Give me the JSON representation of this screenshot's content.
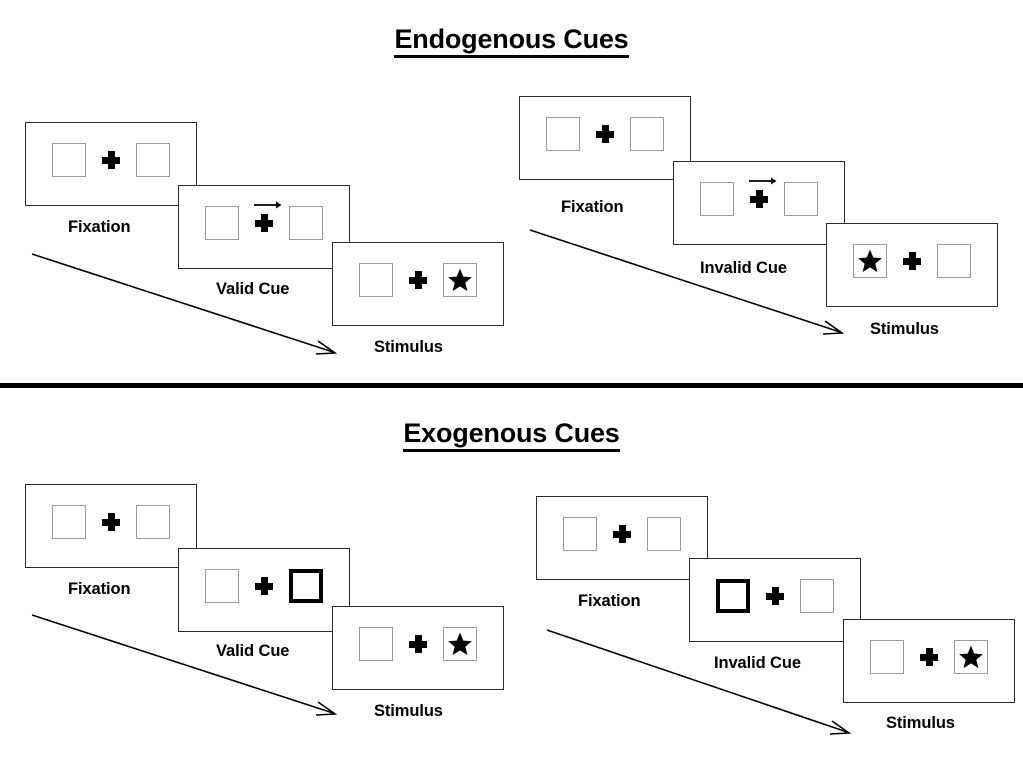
{
  "figure": {
    "title_endogenous": "Endogenous Cues",
    "title_exogenous": "Exogenous Cues",
    "stage_labels": {
      "fixation": "Fixation",
      "valid_cue": "Valid Cue",
      "invalid_cue": "Invalid Cue",
      "stimulus": "Stimulus"
    },
    "colors": {
      "frame_border": "#2b2b2b",
      "box_border": "#9a9a9a",
      "cued_box_border": "#000000",
      "ink": "#000000",
      "background": "#ffffff"
    }
  },
  "panels": [
    {
      "id": "endogenous-valid",
      "section": "Endogenous Cues",
      "cue_type": "arrow",
      "validity": "valid",
      "frames": [
        {
          "stage": "Fixation",
          "label": "Fixation",
          "left_box": "empty",
          "right_box": "empty",
          "cue": "none",
          "fixation_marker": "plus"
        },
        {
          "stage": "Valid Cue",
          "label": "Valid Cue",
          "left_box": "empty",
          "right_box": "empty",
          "cue": "arrow-right",
          "fixation_marker": "plus"
        },
        {
          "stage": "Stimulus",
          "label": "Stimulus",
          "left_box": "empty",
          "right_box": "star",
          "cue": "none",
          "fixation_marker": "plus"
        }
      ]
    },
    {
      "id": "endogenous-invalid",
      "section": "Endogenous Cues",
      "cue_type": "arrow",
      "validity": "invalid",
      "frames": [
        {
          "stage": "Fixation",
          "label": "Fixation",
          "left_box": "empty",
          "right_box": "empty",
          "cue": "none",
          "fixation_marker": "plus"
        },
        {
          "stage": "Invalid Cue",
          "label": "Invalid Cue",
          "left_box": "empty",
          "right_box": "empty",
          "cue": "arrow-right",
          "fixation_marker": "plus"
        },
        {
          "stage": "Stimulus",
          "label": "Stimulus",
          "left_box": "star",
          "right_box": "empty",
          "cue": "none",
          "fixation_marker": "plus"
        }
      ]
    },
    {
      "id": "exogenous-valid",
      "section": "Exogenous Cues",
      "cue_type": "box-highlight",
      "validity": "valid",
      "frames": [
        {
          "stage": "Fixation",
          "label": "Fixation",
          "left_box": "empty",
          "right_box": "empty",
          "cue": "none",
          "fixation_marker": "plus"
        },
        {
          "stage": "Valid Cue",
          "label": "Valid Cue",
          "left_box": "empty",
          "right_box": "cued",
          "cue": "right-box-highlight",
          "fixation_marker": "plus"
        },
        {
          "stage": "Stimulus",
          "label": "Stimulus",
          "left_box": "empty",
          "right_box": "star",
          "cue": "none",
          "fixation_marker": "plus"
        }
      ]
    },
    {
      "id": "exogenous-invalid",
      "section": "Exogenous Cues",
      "cue_type": "box-highlight",
      "validity": "invalid",
      "frames": [
        {
          "stage": "Fixation",
          "label": "Fixation",
          "left_box": "empty",
          "right_box": "empty",
          "cue": "none",
          "fixation_marker": "plus"
        },
        {
          "stage": "Invalid Cue",
          "label": "Invalid Cue",
          "left_box": "cued",
          "right_box": "empty",
          "cue": "left-box-highlight",
          "fixation_marker": "plus"
        },
        {
          "stage": "Stimulus",
          "label": "Stimulus",
          "left_box": "empty",
          "right_box": "star",
          "cue": "none",
          "fixation_marker": "plus"
        }
      ]
    }
  ]
}
